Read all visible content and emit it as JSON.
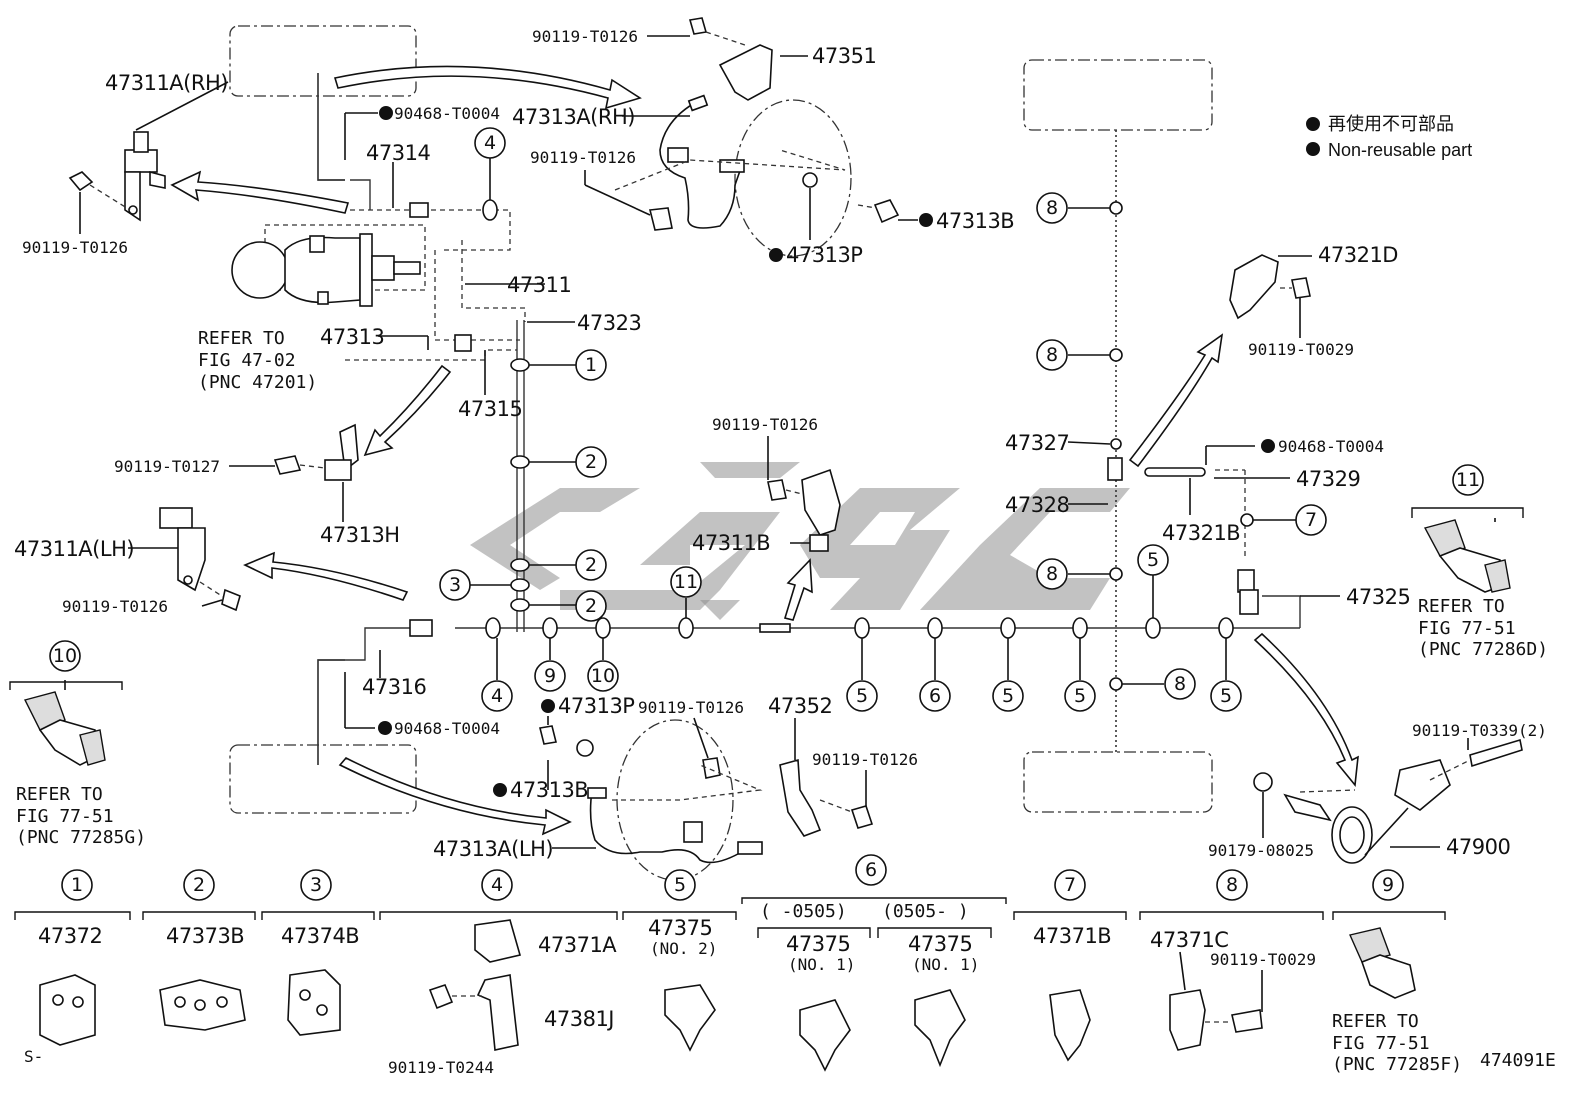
{
  "legend": {
    "line1": "再使用不可部品",
    "line2": "Non-reusable part"
  },
  "footer": {
    "left": "S-",
    "right": "474091E"
  },
  "labels": {
    "p47311A_RH": "47311A(RH)",
    "p90468_top": "90468-T0004",
    "p47314": "47314",
    "p90119_left_top": "90119-T0126",
    "refer_a1": "REFER TO",
    "refer_a2": "FIG 47-02",
    "refer_a3": "(PNC 47201)",
    "p47311": "47311",
    "p47323": "47323",
    "p47313": "47313",
    "p47315": "47315",
    "p90119_T0127": "90119-T0127",
    "p47313H": "47313H",
    "p47311A_LH": "47311A(LH)",
    "p90119_left_mid": "90119-T0126",
    "p47316": "47316",
    "p90468_low": "90468-T0004",
    "refer_b1": "REFER TO",
    "refer_b2": "FIG 77-51",
    "refer_b3": "(PNC 77285G)",
    "p90119_top_center": "90119-T0126",
    "p47351": "47351",
    "p47313A_RH": "47313A(RH)",
    "p90119_center_2": "90119-T0126",
    "p47313B_top": "47313B",
    "p47313P_top": "47313P",
    "p90119_clip": "90119-T0126",
    "p47311B": "47311B",
    "p47313P_low": "47313P",
    "p47313B_low": "47313B",
    "p90119_low_1": "90119-T0126",
    "p47352": "47352",
    "p90119_low_2": "90119-T0126",
    "p47313A_LH": "47313A(LH)",
    "p47321D": "47321D",
    "p90119_T0029": "90119-T0029",
    "p47327": "47327",
    "p47328": "47328",
    "p90468_right": "90468-T0004",
    "p47329": "47329",
    "p47321B": "47321B",
    "p47325": "47325",
    "refer_c1": "REFER TO",
    "refer_c2": "FIG 77-51",
    "refer_c3": "(PNC 77286D)",
    "p90119_T0339": "90119-T0339(2)",
    "p90179": "90179-08025",
    "p47900": "47900"
  },
  "markers": [
    "1",
    "2",
    "3",
    "4",
    "5",
    "6",
    "7",
    "8",
    "9",
    "10",
    "11"
  ],
  "bottom_table": {
    "c1_part": "47372",
    "c2_part": "47373B",
    "c3_part": "47374B",
    "c4_part_a": "47371A",
    "c4_part_b": "47381J",
    "c4_bolt": "90119-T0244",
    "c5_part": "47375",
    "c5_sub": "(NO. 2)",
    "c6_range_a": "(      -0505)",
    "c6_range_b": "(0505-      )",
    "c6a_part": "47375",
    "c6a_sub": "(NO. 1)",
    "c6b_part": "47375",
    "c6b_sub": "(NO. 1)",
    "c7_part": "47371B",
    "c8_part": "47371C",
    "c8_bolt": "90119-T0029",
    "c9_r1": "REFER TO",
    "c9_r2": "FIG 77-51",
    "c9_r3": "(PNC 77285F)"
  }
}
